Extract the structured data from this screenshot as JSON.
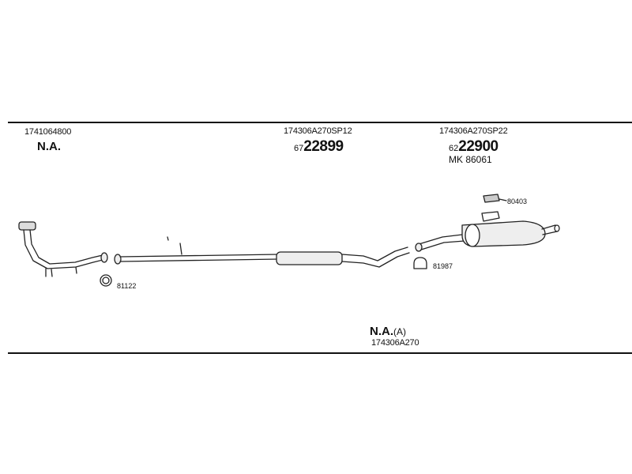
{
  "sections": {
    "front": {
      "part_number": "1741064800",
      "reference": "N.A."
    },
    "middle": {
      "part_number": "174306A270SP12",
      "ref_prefix": "67",
      "ref_main": "22899"
    },
    "rear": {
      "part_number": "174306A270SP22",
      "ref_prefix": "62",
      "ref_main": "22900",
      "extra": "MK  86061"
    }
  },
  "callouts": {
    "ring_front": "81122",
    "clamp_mid": "81987",
    "bracket_rear": "80403"
  },
  "kit": {
    "reference": "N.A.",
    "suffix": "(A)",
    "part_number": "174306A270"
  }
}
